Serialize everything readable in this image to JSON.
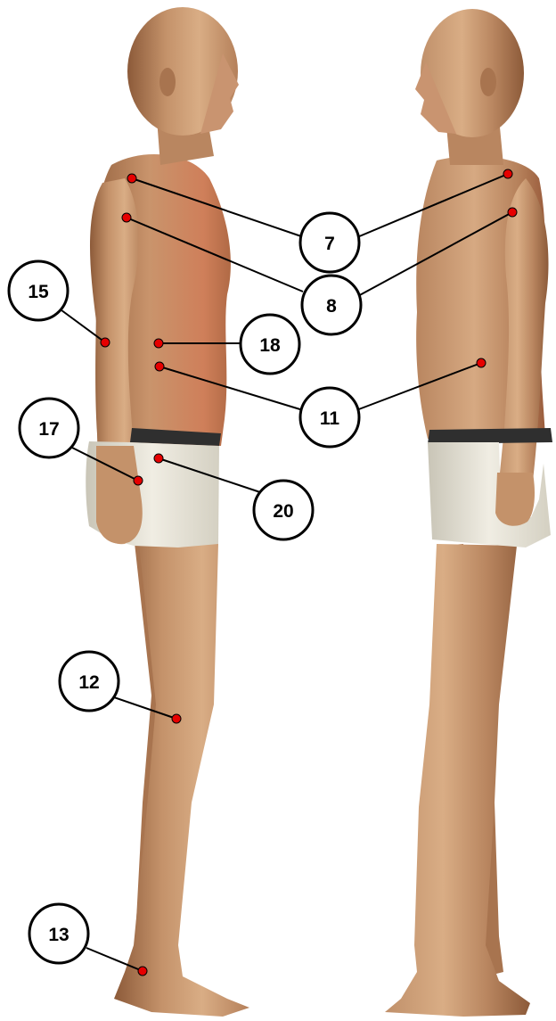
{
  "colors": {
    "background": "#ffffff",
    "skin_light": "#d9ad85",
    "skin_mid": "#b98660",
    "skin_dark": "#8c5a39",
    "skin_accent": "#c97a55",
    "underwear": "#e7e4d8",
    "underwear_shadow": "#c9c5b7",
    "waistband": "#2f2f2f",
    "marker": "#e60000",
    "leader": "#000000",
    "badge_fill": "#ffffff",
    "badge_stroke": "#000000"
  },
  "figures": [
    {
      "name": "left-figure",
      "view": "side profile, facing right"
    },
    {
      "name": "right-figure",
      "view": "oblique front, facing left"
    }
  ],
  "callouts": [
    {
      "label": "7"
    },
    {
      "label": "7"
    },
    {
      "label": "8"
    },
    {
      "label": "8"
    },
    {
      "label": "15"
    },
    {
      "label": "18"
    },
    {
      "label": "11"
    },
    {
      "label": "11"
    },
    {
      "label": "17"
    },
    {
      "label": "20"
    },
    {
      "label": "12"
    },
    {
      "label": "13"
    }
  ]
}
